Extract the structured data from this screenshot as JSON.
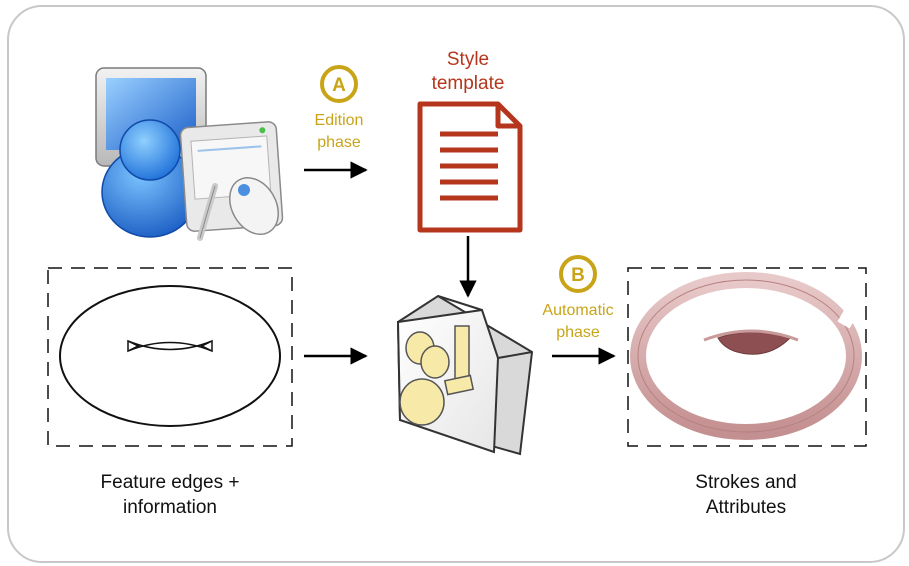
{
  "badges": {
    "a": "A",
    "b": "B"
  },
  "labels": {
    "edition_line1": "Edition",
    "edition_line2": "phase",
    "automatic_line1": "Automatic",
    "automatic_line2": "phase",
    "style_line1": "Style",
    "style_line2": "template",
    "feature_line1": "Feature edges +",
    "feature_line2": "information",
    "strokes_line1": "Strokes and",
    "strokes_line2": "Attributes"
  },
  "colors": {
    "gold": "#c9a418",
    "document_red": "#b5361c",
    "stroke_pink": "#c99a9a"
  },
  "icons": {
    "user": "user-at-computer-icon",
    "document": "style-template-document-icon",
    "machine": "processing-machine-icon"
  }
}
